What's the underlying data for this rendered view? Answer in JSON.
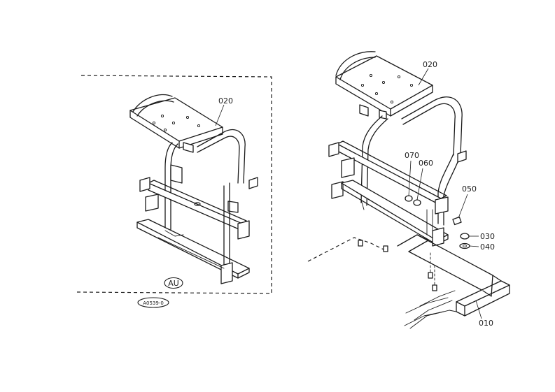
{
  "diagram": {
    "left_view": {
      "part_label": "020",
      "variant_badge": "AU",
      "drawing_ref": "A0539-0"
    },
    "right_view": {
      "labels": {
        "seat_frame": "020",
        "bolt": "070",
        "washer_a": "060",
        "bolt_b": "050",
        "nut": "030",
        "washer_b": "040",
        "base_frame": "010"
      }
    }
  }
}
